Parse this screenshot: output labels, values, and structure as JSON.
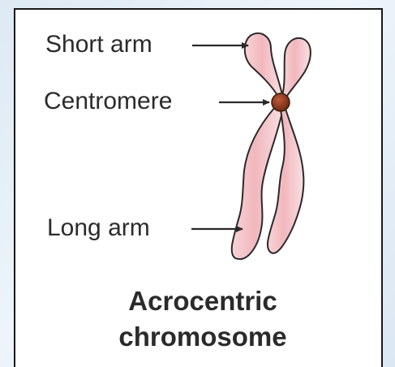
{
  "diagram": {
    "labels": {
      "short_arm": "Short arm",
      "centromere": "Centromere",
      "long_arm": "Long arm"
    },
    "caption": {
      "line1": "Acrocentric",
      "line2": "chromosome"
    },
    "colors": {
      "chromatid_fill": "#f4c4c8",
      "chromatid_stroke": "#2a2a2a",
      "centromere_fill": "#8b3a1f",
      "arrow": "#2a2a2a"
    }
  }
}
